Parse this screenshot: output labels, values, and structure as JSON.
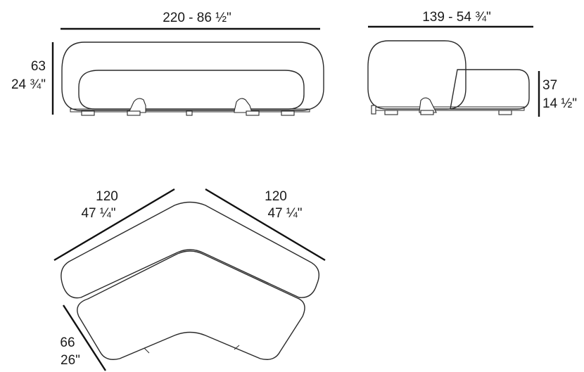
{
  "front_view": {
    "width_label": "220 - 86 ½\"",
    "height_metric": "63",
    "height_imperial": "24 ¾\""
  },
  "side_view": {
    "width_label": "139 - 54 ¾\"",
    "seat_metric": "37",
    "seat_imperial": "14 ½\""
  },
  "top_view": {
    "left_arm_metric": "120",
    "left_arm_imperial": "47 ¼\"",
    "right_arm_metric": "120",
    "right_arm_imperial": "47 ¼\"",
    "depth_metric": "66",
    "depth_imperial": "26\""
  },
  "colors": {
    "line": "#2a2a2a",
    "dimension": "#111111",
    "background": "#ffffff"
  }
}
